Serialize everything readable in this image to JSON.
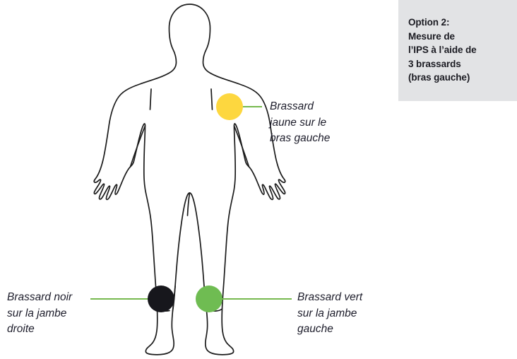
{
  "info_box": {
    "text": "Option 2:\nMesure de\nl’IPS à l’aide de\n3 brassards\n(bras gauche)",
    "background_color": "#e2e3e5",
    "text_color": "#1b1b22"
  },
  "figure": {
    "name": "human-body-outline",
    "outline_color": "#1b1b1b",
    "fill_color": "#ffffff"
  },
  "markers": [
    {
      "id": "yellow-cuff",
      "label": "Brassard\njaune sur le\nbras gauche",
      "color": "#fdd73f",
      "location": "left-arm"
    },
    {
      "id": "black-cuff",
      "label": "Brassard noir\nsur la jambe\ndroite",
      "color": "#17171c",
      "location": "right-leg"
    },
    {
      "id": "green-cuff",
      "label": "Brassard vert\nsur la jambe\ngauche",
      "color": "#6fbc52",
      "location": "left-leg"
    }
  ],
  "leader_line_color": "#76b94e"
}
